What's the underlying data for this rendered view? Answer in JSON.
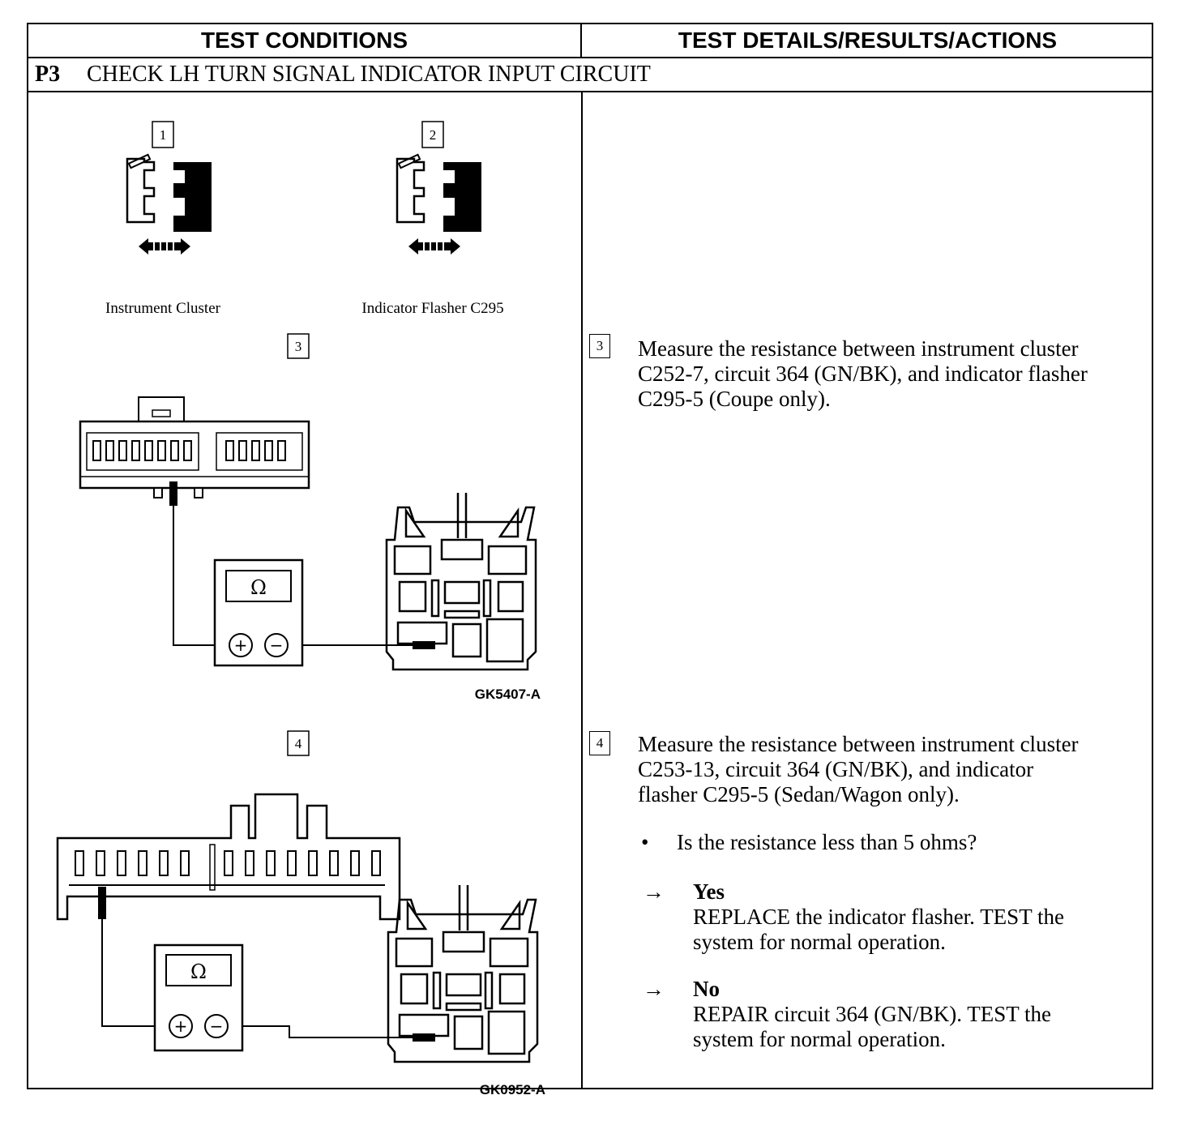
{
  "headers": {
    "left": "TEST CONDITIONS",
    "right": "TEST DETAILS/RESULTS/ACTIONS"
  },
  "step": {
    "id": "P3",
    "title": "CHECK LH TURN SIGNAL INDICATOR INPUT CIRCUIT"
  },
  "diagrams": {
    "d1": {
      "num": "1",
      "label": "Instrument Cluster"
    },
    "d2": {
      "num": "2",
      "label": "Indicator Flasher C295"
    },
    "d3": {
      "num": "3",
      "code": "GK5407-A",
      "meter_symbol": "Ω",
      "plus": "+",
      "minus": "−"
    },
    "d4": {
      "num": "4",
      "code": "GK0952-A",
      "meter_symbol": "Ω",
      "plus": "+",
      "minus": "−"
    }
  },
  "details": {
    "s3": {
      "num": "3",
      "line1": "Measure the resistance between instrument cluster",
      "line2": "C252-7, circuit 364 (GN/BK), and indicator flasher",
      "line3": "C295-5 (Coupe only)."
    },
    "s4": {
      "num": "4",
      "line1": "Measure the resistance between instrument cluster",
      "line2": "C253-13, circuit 364 (GN/BK), and indicator",
      "line3": "flasher C295-5 (Sedan/Wagon only).",
      "bullet": "•",
      "question": "Is the resistance less than 5 ohms?",
      "arrow": "→",
      "yes": {
        "key": "Yes",
        "line1": "REPLACE the indicator flasher. TEST the",
        "line2": "system for normal operation."
      },
      "no": {
        "key": "No",
        "line1": "REPAIR circuit 364 (GN/BK). TEST the",
        "line2": "system for normal operation."
      }
    }
  }
}
